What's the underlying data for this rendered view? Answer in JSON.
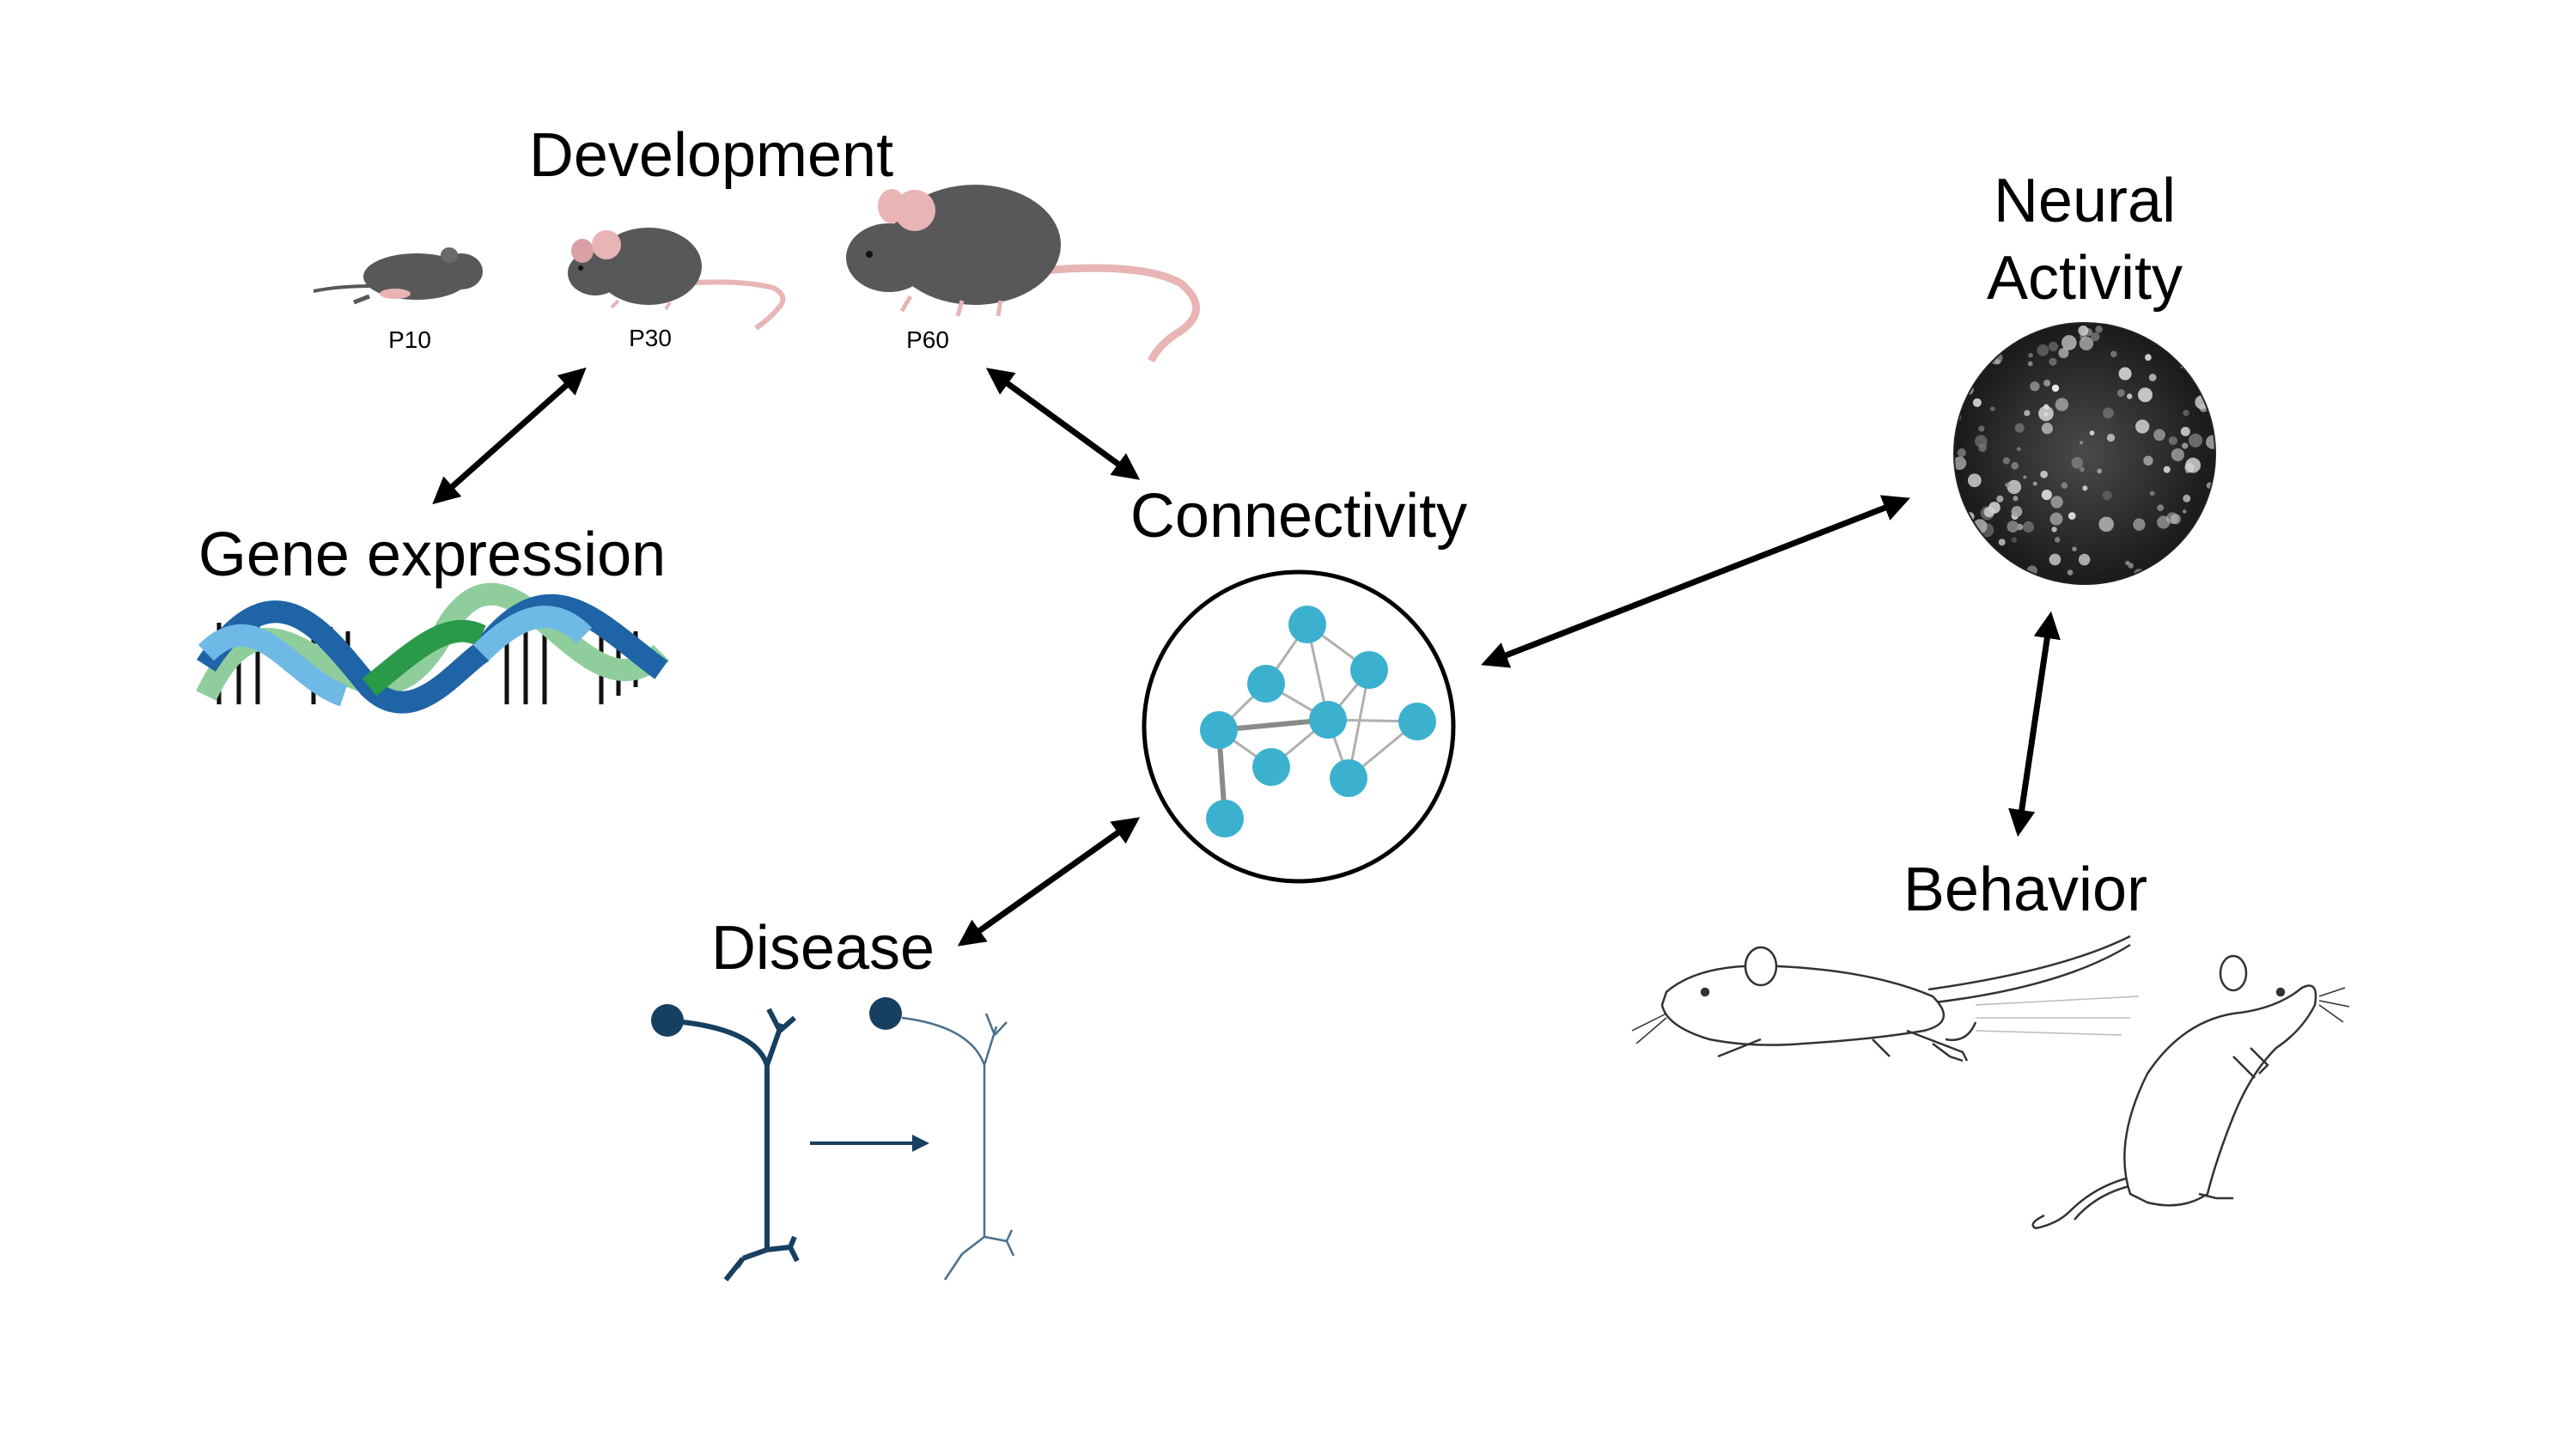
{
  "labels": {
    "development": "Development",
    "neural_activity_line1": "Neural",
    "neural_activity_line2": "Activity",
    "connectivity": "Connectivity",
    "gene_expression": "Gene expression",
    "disease": "Disease",
    "behavior": "Behavior"
  },
  "ages": [
    "P10",
    "P30",
    "P60"
  ],
  "colors": {
    "mouse_body": "#58585a",
    "mouse_pink": "#e8b4b4",
    "node": "#3cb1cf",
    "neuron": "#173f5f",
    "dna_light_blue": "#6fb9e6",
    "dna_blue": "#1f64a6",
    "dna_green": "#2a9a48",
    "dna_light_green": "#8fce9c"
  }
}
